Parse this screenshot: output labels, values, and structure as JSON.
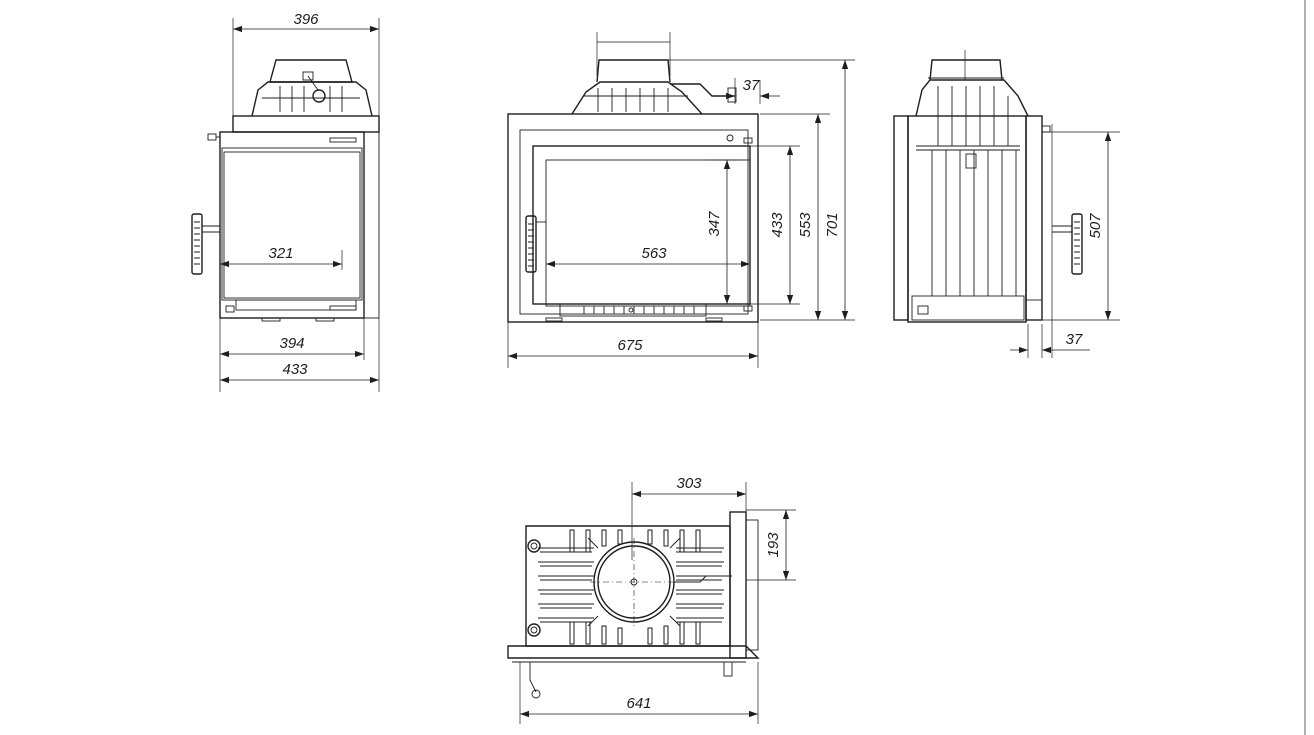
{
  "front_view": {
    "top_width": "396",
    "glass_width": "321",
    "door_width": "394",
    "overall_width": "433"
  },
  "main_view": {
    "offset": "37",
    "glass_height": "347",
    "glass_width": "563",
    "door_height": "433",
    "body_height": "553",
    "overall_height": "701",
    "overall_width": "675"
  },
  "side_view": {
    "height": "507",
    "offset": "37"
  },
  "top_view": {
    "flue_offset": "303",
    "flue_depth": "193",
    "width": "641"
  }
}
